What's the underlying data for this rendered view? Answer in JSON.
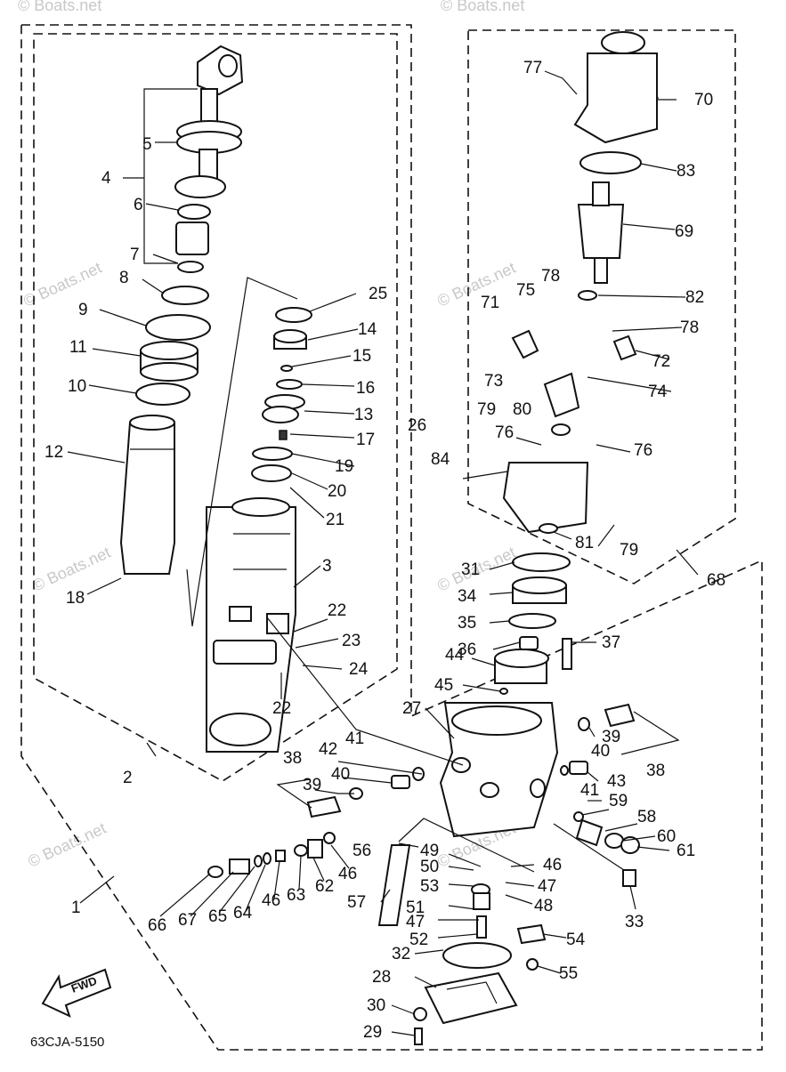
{
  "diagram": {
    "code": "63CJA-5150",
    "fwd_label": "FWD",
    "watermark": "© Boats.net",
    "part_numbers": [
      "1",
      "2",
      "3",
      "4",
      "5",
      "6",
      "7",
      "8",
      "9",
      "10",
      "11",
      "12",
      "13",
      "14",
      "15",
      "16",
      "17",
      "18",
      "19",
      "20",
      "21",
      "22",
      "23",
      "24",
      "25",
      "26",
      "27",
      "28",
      "29",
      "30",
      "31",
      "32",
      "33",
      "34",
      "35",
      "36",
      "37",
      "38",
      "39",
      "40",
      "41",
      "42",
      "43",
      "44",
      "45",
      "46",
      "47",
      "48",
      "49",
      "50",
      "51",
      "52",
      "53",
      "54",
      "55",
      "56",
      "57",
      "58",
      "59",
      "60",
      "61",
      "62",
      "63",
      "64",
      "65",
      "66",
      "67",
      "68",
      "69",
      "70",
      "71",
      "72",
      "73",
      "74",
      "75",
      "76",
      "77",
      "78",
      "79",
      "80",
      "81",
      "82",
      "83",
      "84"
    ],
    "extra_labels": {
      "l22b": "22",
      "l38b": "38",
      "l39b": "39",
      "l40b": "40",
      "l41b": "41",
      "l46b": "46",
      "l46c": "46",
      "l47b": "47",
      "l76b": "76",
      "l78b": "78",
      "l79b": "79"
    }
  }
}
